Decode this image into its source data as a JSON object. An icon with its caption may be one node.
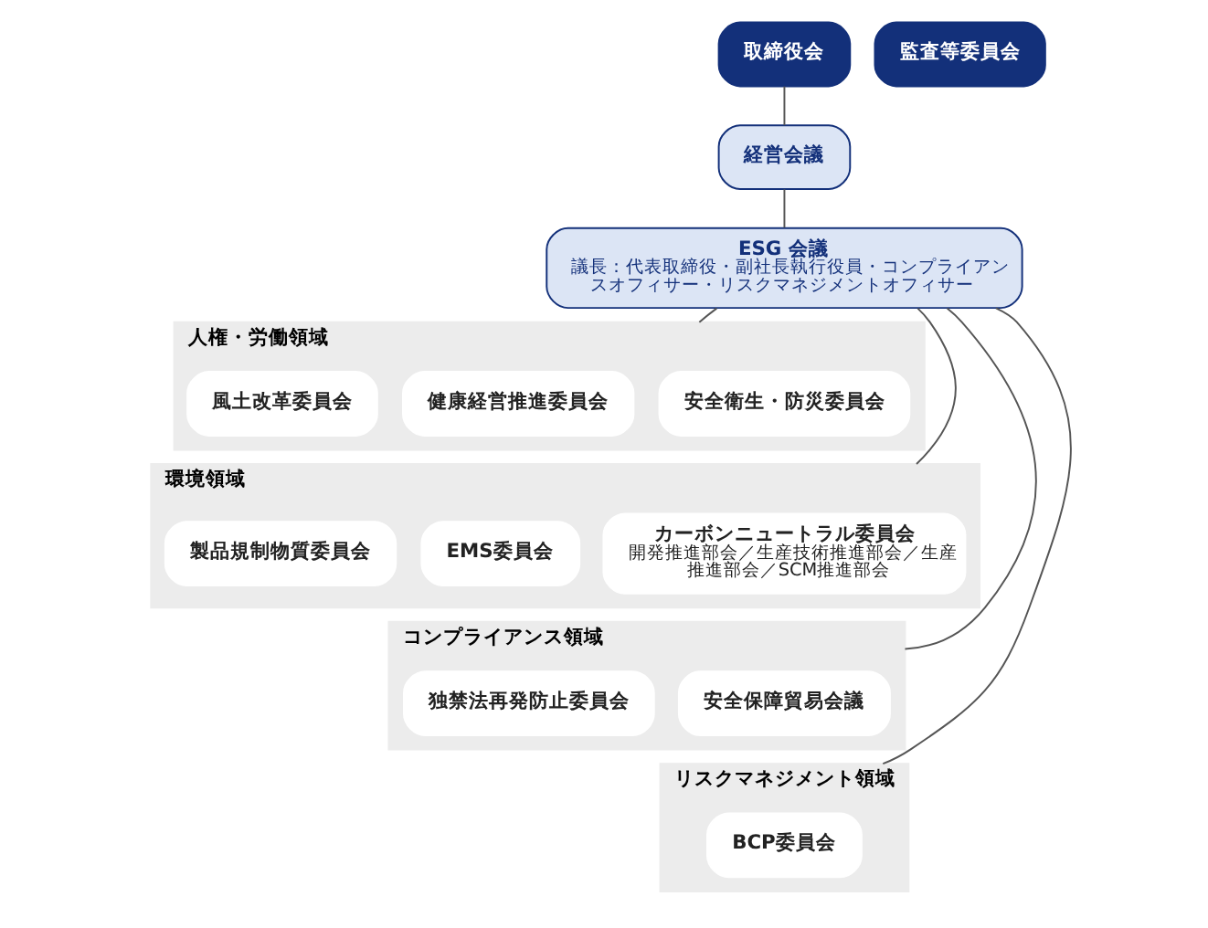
{
  "diagram": {
    "nodes": [
      {
        "text": [
          "取締役会"
        ]
      },
      {
        "text": [
          "監査等委員会"
        ]
      },
      {
        "text": [
          "経営会議"
        ]
      },
      {
        "text": [
          "ESG 会議",
          "議長：代表取締役・副社長執行役員・コンプライアンスオフィサー・リスクマネジメントオフィサー"
        ]
      },
      {
        "text": [
          "人権・労働領域"
        ]
      },
      {
        "text": [
          "安全衛生・防災委員会"
        ],
        "in": 4
      },
      {
        "text": [
          "健康経営推進委員会"
        ],
        "in": 4
      },
      {
        "text": [
          "風土改革委員会"
        ],
        "in": 4
      },
      {
        "text": [
          "環境領域"
        ]
      },
      {
        "text": [
          "カーボンニュートラル委員会",
          "開発推進部会／生産技術推進部会／生産推進部会／SCM推進部会"
        ],
        "in": 8
      },
      {
        "text": [
          "EMS委員会"
        ],
        "in": 8
      },
      {
        "text": [
          "製品規制物質委員会"
        ],
        "in": 8
      },
      {
        "text": [
          "コンプライアンス領域"
        ]
      },
      {
        "text": [
          "安全保障貿易会議"
        ],
        "in": 12
      },
      {
        "text": [
          "独禁法再発防止委員会"
        ],
        "in": 12
      },
      {
        "text": [
          "リスクマネジメント領域"
        ]
      },
      {
        "text": [
          "BCP委員会"
        ],
        "in": 15
      }
    ],
    "edges": [
      {
        "from": 0,
        "to": 2,
        "arrow": "none"
      },
      {
        "from": 2,
        "to": 3,
        "arrow": "none"
      },
      {
        "from": 3,
        "to": 4,
        "arrow": "none"
      },
      {
        "from": 3,
        "to": 8,
        "arrow": "none"
      },
      {
        "from": 3,
        "to": 12,
        "arrow": "none"
      },
      {
        "from": 3,
        "to": 15,
        "arrow": "none"
      }
    ]
  }
}
